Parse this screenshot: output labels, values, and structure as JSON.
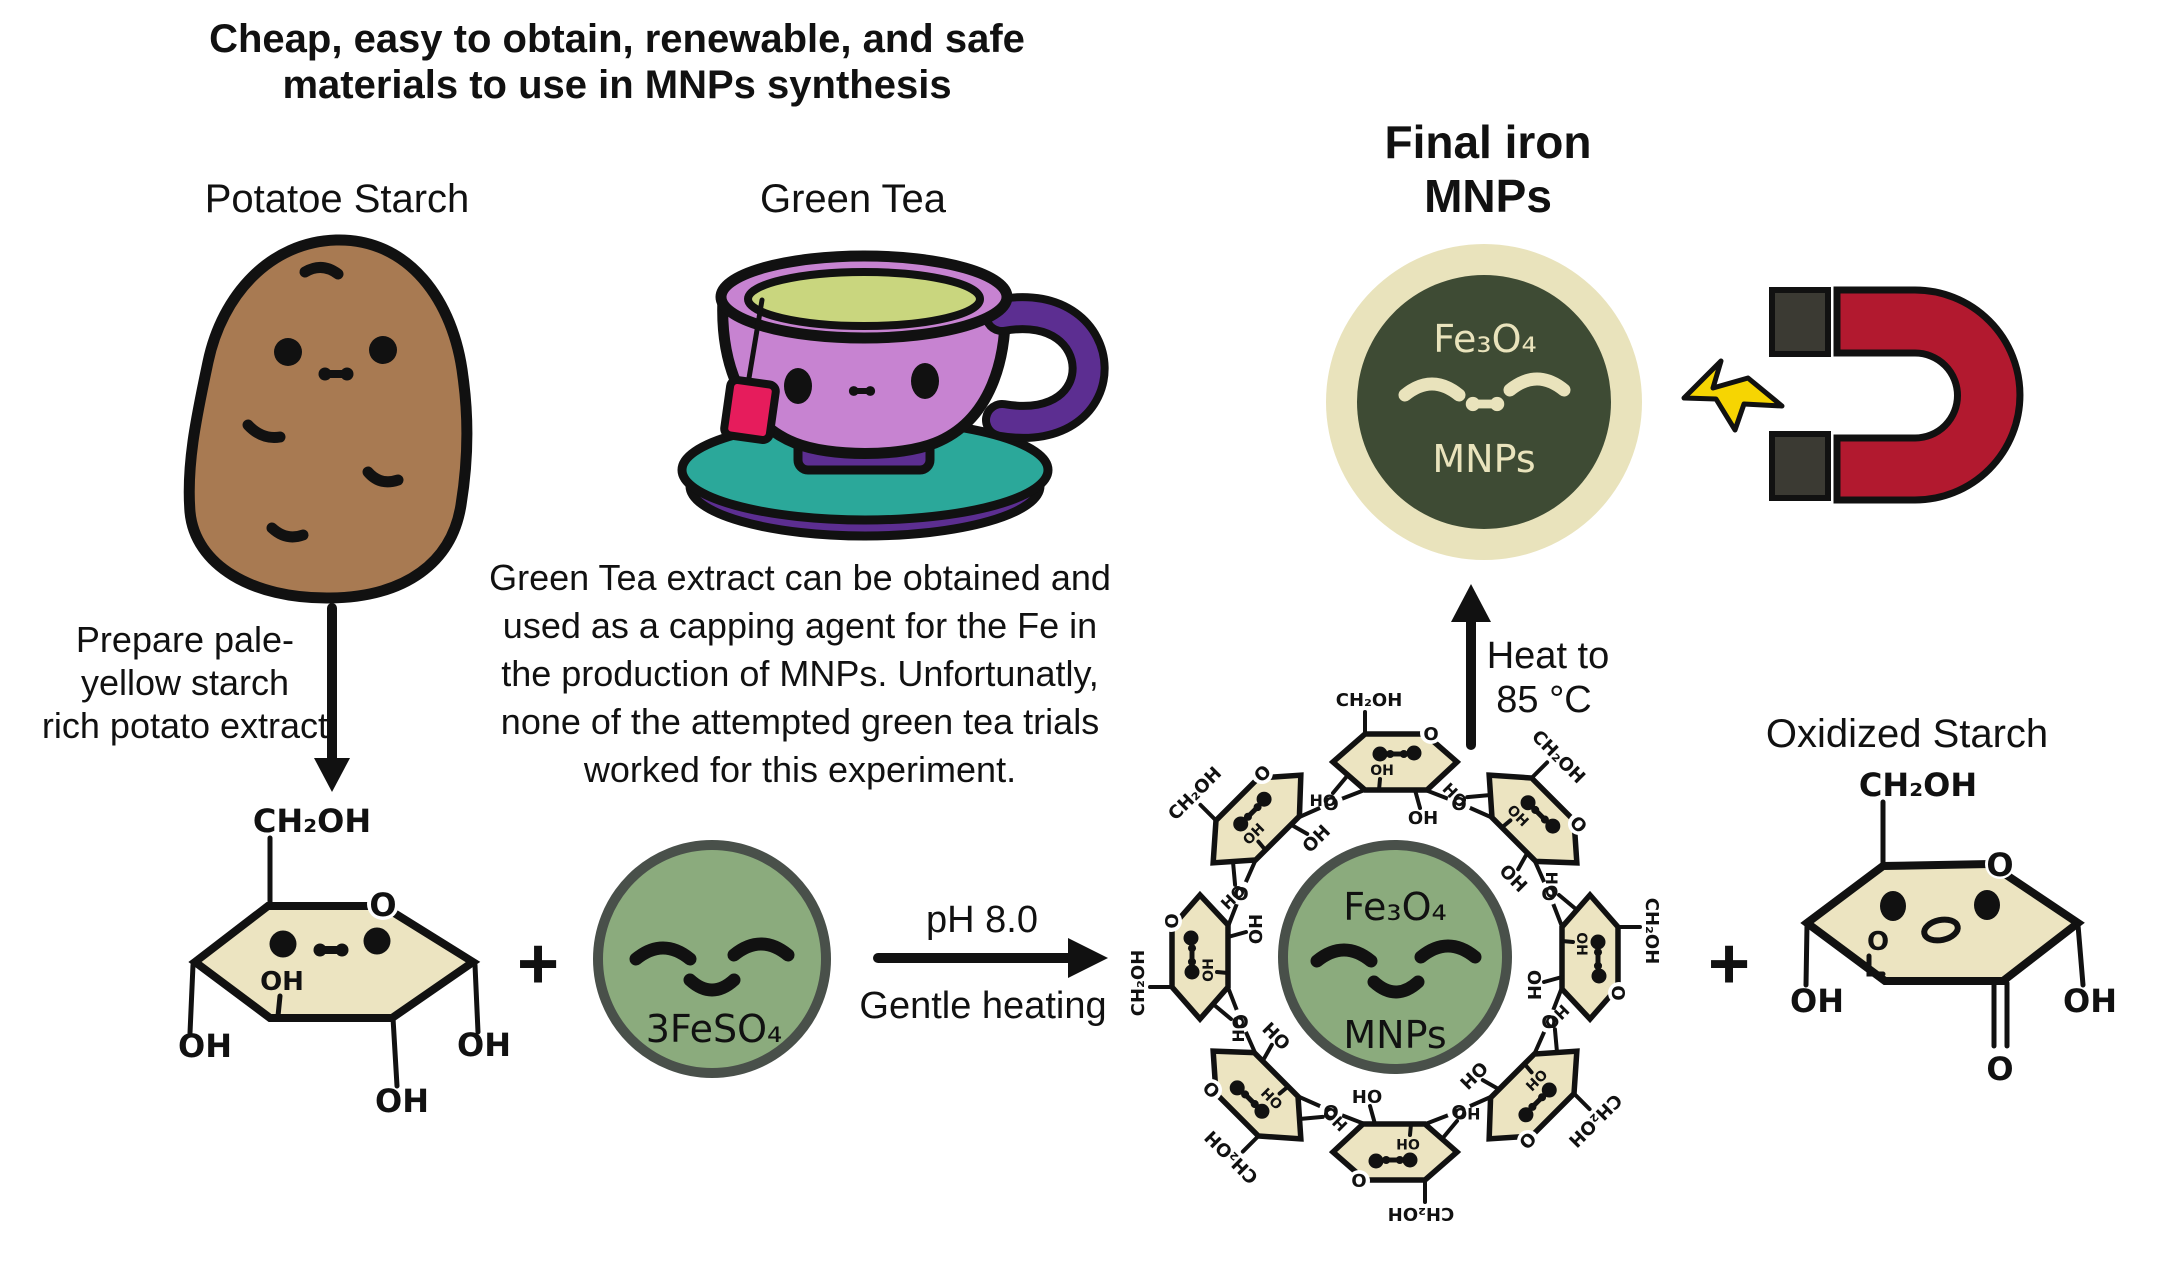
{
  "title": {
    "line1": "Cheap, easy to obtain, renewable, and safe",
    "line2": "materials to use in MNPs synthesis"
  },
  "potato": {
    "label": "Potatoe Starch",
    "note_lines": [
      "Prepare pale-",
      "yellow starch",
      "rich potato extract"
    ]
  },
  "green_tea": {
    "label": "Green Tea",
    "note_lines": [
      "Green Tea extract can be obtained and",
      "used as a capping agent for the Fe in",
      "the production of MNPs. Unfortunatly,",
      "none of the attempted green tea trials",
      "worked for this experiment."
    ]
  },
  "chem": {
    "ch2oh": "CH₂OH",
    "oh": "OH",
    "ho": "HO",
    "o": "O"
  },
  "operators": {
    "plus": "+"
  },
  "feso4": {
    "label": "3FeSO₄"
  },
  "reaction": {
    "condition_top": "pH 8.0",
    "condition_bottom": "Gentle heating"
  },
  "heat": {
    "line1": "Heat to",
    "line2": "85 °C"
  },
  "core": {
    "formula": "Fe₃O₄",
    "name": "MNPs"
  },
  "final": {
    "title_line1": "Final iron",
    "title_line2": "MNPs",
    "formula": "Fe₃O₄",
    "name": "MNPs"
  },
  "oxidized": {
    "label": "Oxidized Starch"
  },
  "colors": {
    "potato": "#a87a52",
    "cup": "#c783d1",
    "handle": "#5c2e91",
    "tea": "#c9d67e",
    "saucer": "#2ba89a",
    "tag": "#e61c5c",
    "cream": "#ece4c1",
    "particle": "#8bab7d",
    "particle-border": "#49504a",
    "core-dark": "#3e4b34",
    "final-cream": "#e9e3bc",
    "magnet": "#b2192f",
    "tip": "#3b3a33",
    "bolt": "#f6d502"
  }
}
